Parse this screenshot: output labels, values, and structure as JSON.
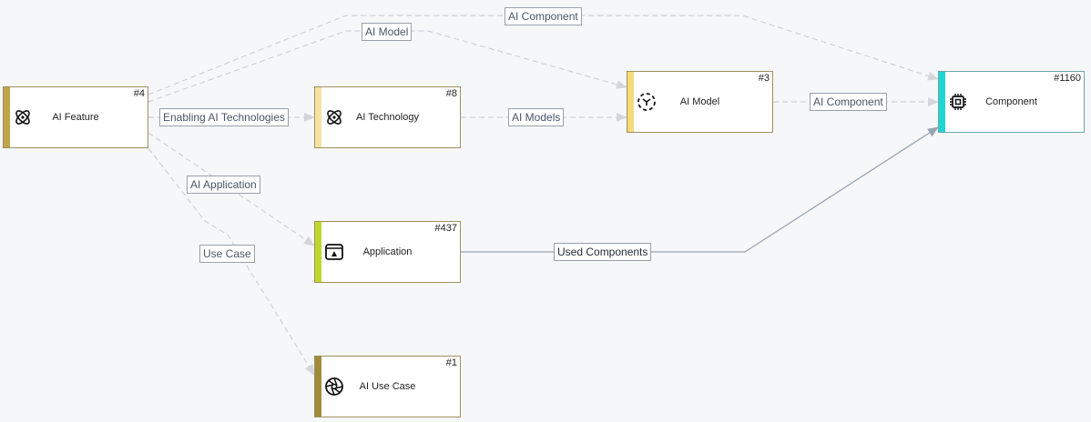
{
  "colors": {
    "ai_feature_stripe": "#c2a44a",
    "ai_tech_stripe": "#f7e2a4",
    "ai_model_stripe": "#f6db7a",
    "component_stripe": "#1ed6d6",
    "application_stripe": "#bfd72c",
    "use_case_stripe": "#a18a3c",
    "node_border": "#9c9160",
    "component_border": "#6aa6a8",
    "edge_dashed": "#ccd1d8",
    "edge_solid": "#98a2b0"
  },
  "nodes": {
    "ai_feature": {
      "label": "AI Feature",
      "number": "#4",
      "icon": "atom-icon"
    },
    "ai_technology": {
      "label": "AI Technology",
      "number": "#8",
      "icon": "atom-icon"
    },
    "ai_model": {
      "label": "AI Model",
      "number": "#3",
      "icon": "model-icon"
    },
    "component": {
      "label": "Component",
      "number": "#1160",
      "icon": "chip-icon"
    },
    "application": {
      "label": "Application",
      "number": "#437",
      "icon": "app-window-icon"
    },
    "ai_use_case": {
      "label": "AI Use Case",
      "number": "#1",
      "icon": "aperture-icon"
    }
  },
  "edges": {
    "feature_to_component": "AI Component",
    "feature_to_model": "AI Model",
    "feature_to_technology": "Enabling AI Technologies",
    "technology_to_model": "AI Models",
    "model_to_component": "AI Component",
    "feature_to_application": "AI Application",
    "feature_to_use_case": "Use Case",
    "application_to_component": "Used Components"
  }
}
